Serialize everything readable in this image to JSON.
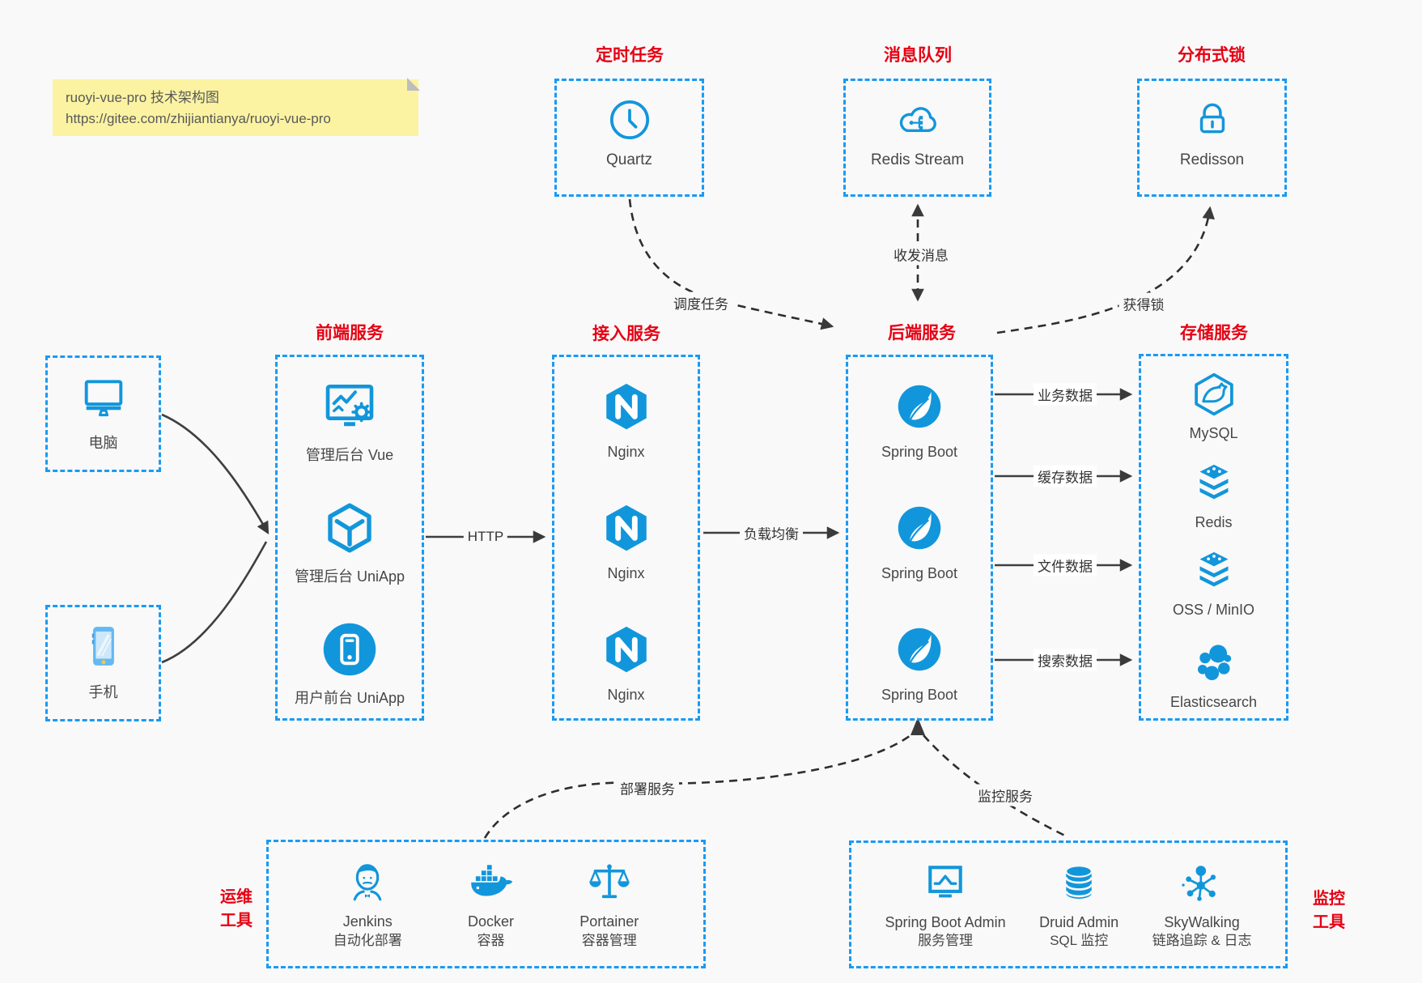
{
  "colors": {
    "accent_blue": "#1296db",
    "border_blue": "#1b9af2",
    "title_red": "#e60013",
    "text_gray": "#474747",
    "note_yellow": "#fbf3a2",
    "canvas_bg": "#f9f9f9"
  },
  "note": {
    "line1": "ruoyi-vue-pro 技术架构图",
    "line2": "https://gitee.com/zhijiantianya/ruoyi-vue-pro"
  },
  "top": {
    "scheduled": {
      "title": "定时任务",
      "item": {
        "label": "Quartz",
        "icon": "clock-icon"
      }
    },
    "mq": {
      "title": "消息队列",
      "item": {
        "label": "Redis Stream",
        "icon": "cloud-network-icon"
      }
    },
    "lock": {
      "title": "分布式锁",
      "item": {
        "label": "Redisson",
        "icon": "lock-icon"
      }
    }
  },
  "clients": {
    "pc": {
      "label": "电脑",
      "icon": "desktop-icon"
    },
    "mobile": {
      "label": "手机",
      "icon": "smartphone-icon"
    }
  },
  "columns": {
    "frontend": {
      "title": "前端服务",
      "items": [
        {
          "label": "管理后台 Vue",
          "icon": "admin-screen-gear-icon"
        },
        {
          "label": "管理后台 UniApp",
          "icon": "uniapp-cube-icon"
        },
        {
          "label": "用户前台 UniApp",
          "icon": "uniapp-phone-circle-icon"
        }
      ]
    },
    "access": {
      "title": "接入服务",
      "items": [
        {
          "label": "Nginx",
          "icon": "nginx-hexagon-icon"
        },
        {
          "label": "Nginx",
          "icon": "nginx-hexagon-icon"
        },
        {
          "label": "Nginx",
          "icon": "nginx-hexagon-icon"
        }
      ]
    },
    "backend": {
      "title": "后端服务",
      "items": [
        {
          "label": "Spring Boot",
          "icon": "spring-leaf-icon"
        },
        {
          "label": "Spring Boot",
          "icon": "spring-leaf-icon"
        },
        {
          "label": "Spring Boot",
          "icon": "spring-leaf-icon"
        }
      ]
    },
    "storage": {
      "title": "存储服务",
      "items": [
        {
          "label": "MySQL",
          "icon": "mysql-dolphin-icon"
        },
        {
          "label": "Redis",
          "icon": "stacked-layers-icon"
        },
        {
          "label": "OSS / MinIO",
          "icon": "stacked-layers-icon"
        },
        {
          "label": "Elasticsearch",
          "icon": "elasticsearch-cluster-icon"
        }
      ]
    }
  },
  "bottom": {
    "ops": {
      "title_line1": "运维",
      "title_line2": "工具",
      "items": [
        {
          "name": "Jenkins",
          "desc": "自动化部署",
          "icon": "jenkins-butler-icon"
        },
        {
          "name": "Docker",
          "desc": "容器",
          "icon": "docker-whale-icon"
        },
        {
          "name": "Portainer",
          "desc": "容器管理",
          "icon": "scales-icon"
        }
      ]
    },
    "monitor": {
      "title_line1": "监控",
      "title_line2": "工具",
      "items": [
        {
          "name": "Spring Boot Admin",
          "desc": "服务管理",
          "icon": "monitor-pulse-icon"
        },
        {
          "name": "Druid Admin",
          "desc": "SQL 监控",
          "icon": "database-cylinder-icon"
        },
        {
          "name": "SkyWalking",
          "desc": "链路追踪 & 日志",
          "icon": "molecule-network-icon"
        }
      ]
    }
  },
  "edges": {
    "http": "HTTP",
    "lb": "负载均衡",
    "biz": "业务数据",
    "cache": "缓存数据",
    "file": "文件数据",
    "search": "搜索数据",
    "schedule": "调度任务",
    "msg": "收发消息",
    "getlock": "获得锁",
    "deploy": "部署服务",
    "monitor": "监控服务"
  }
}
